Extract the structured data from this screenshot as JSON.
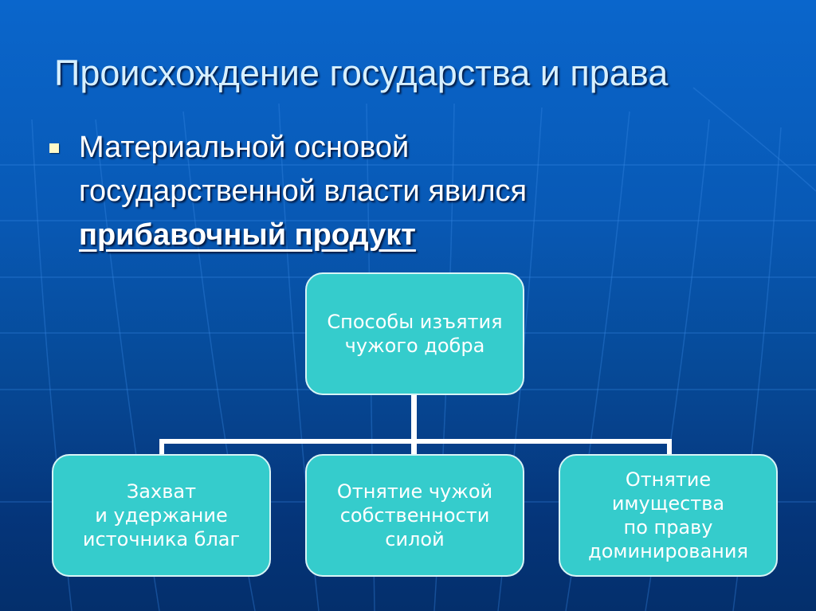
{
  "slide": {
    "title": "Происхождение государства и права",
    "bullet": {
      "lines": [
        "Материальной основой",
        "государственной власти явился"
      ],
      "emphasis": "прибавочный продукт"
    }
  },
  "diagram": {
    "root": {
      "label": "Способы изъятия\nчужого добра"
    },
    "children": [
      {
        "label": "Захват\nи удержание\nисточника благ"
      },
      {
        "label": "Отнятие чужой\nсобственности\nсилой"
      },
      {
        "label": "Отнятие\nимущества\nпо праву\nдоминирования"
      }
    ]
  },
  "colors": {
    "background_top": "#0a66cc",
    "background_bottom": "#042f6c",
    "box_fill": "#35cccc",
    "box_border": "#d8f4f6",
    "title_text": "#d7f0ff",
    "bullet": "#fff9c8",
    "connector": "#ffffff"
  }
}
